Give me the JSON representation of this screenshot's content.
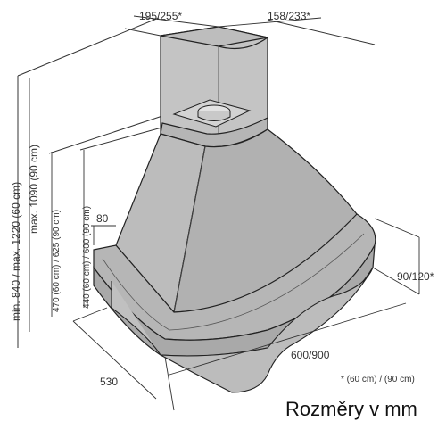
{
  "dimensions": {
    "top_left": "195/255*",
    "top_right": "158/233*",
    "height_range": "min. 840 / max. 1220 (60 cm)",
    "height_max_90": "max. 1090  (90 cm)",
    "height_470": "470 (60 cm) / 625 (90 cm)",
    "height_440": "440 (60 cm) / 600 (90 cm)",
    "ledge_80": "80",
    "depth_530": "530",
    "width_600_900": "600/900",
    "hood_height": "90/120*",
    "note": "* (60 cm) / (90 cm)"
  },
  "title": "Rozměry v mm",
  "colors": {
    "hood_body": "#b9b9b9",
    "hood_dark": "#a8a8a8",
    "hood_light": "#cfcfcf",
    "outline": "#222222",
    "dim_line": "#333333"
  }
}
